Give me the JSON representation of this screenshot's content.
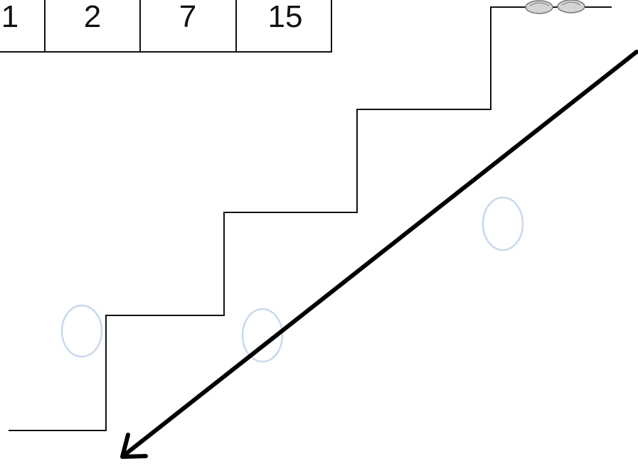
{
  "table": {
    "cells": [
      "1",
      "2",
      "7",
      "15"
    ]
  },
  "colors": {
    "line": "#111111",
    "faint_circle": "#c9d8ee",
    "shoe_fill": "#d4d4d4",
    "shoe_stroke": "#777777"
  },
  "icons": {
    "shoes": "shoes-icon",
    "arrow": "down-left-arrow-icon"
  }
}
